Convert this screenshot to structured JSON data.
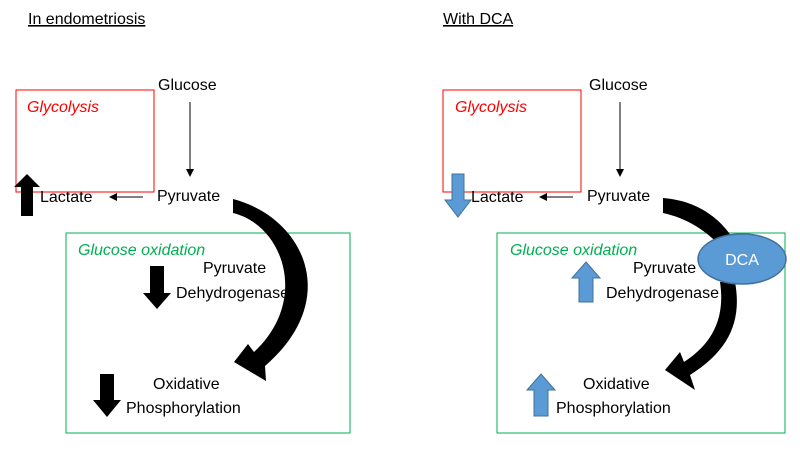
{
  "left_panel": {
    "heading": "In endometriosis",
    "glucose": "Glucose",
    "glycolysis": "Glycolysis",
    "pyruvate": "Pyruvate",
    "lactate": "Lactate",
    "glucose_oxidation": "Glucose oxidation",
    "pdh_line1": "Pyruvate",
    "pdh_line2": "Dehydrogenase",
    "oxphos_line1": "Oxidative",
    "oxphos_line2": "Phosphorylation",
    "lactate_change": "up",
    "pdh_change": "down",
    "oxphos_change": "down",
    "indicator_color": "#000000"
  },
  "right_panel": {
    "heading": "With DCA",
    "glucose": "Glucose",
    "glycolysis": "Glycolysis",
    "pyruvate": "Pyruvate",
    "lactate": "Lactate",
    "glucose_oxidation": "Glucose oxidation",
    "pdh_line1": "Pyruvate",
    "pdh_line2": "Dehydrogenase",
    "oxphos_line1": "Oxidative",
    "oxphos_line2": "Phosphorylation",
    "dca": "DCA",
    "lactate_change": "down",
    "pdh_change": "up",
    "oxphos_change": "up",
    "indicator_color": "#5b9bd5"
  },
  "colors": {
    "glycolysis_box": "#ff0000",
    "oxidation_box": "#00b050",
    "dca_fill": "#5b9bd5",
    "dca_stroke": "#41719c"
  }
}
